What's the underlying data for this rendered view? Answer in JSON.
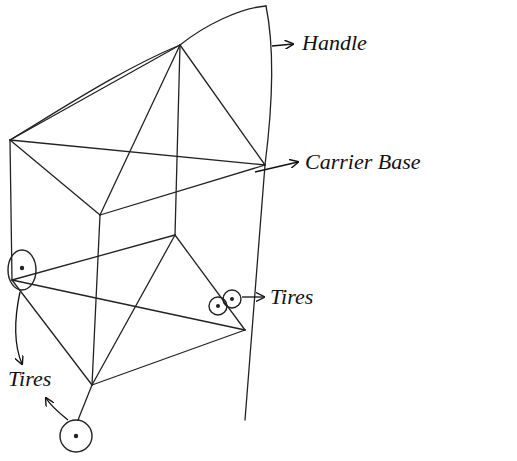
{
  "diagram": {
    "labels": [
      "Handle",
      "Carrier Base",
      "Tires",
      "Tires"
    ]
  }
}
